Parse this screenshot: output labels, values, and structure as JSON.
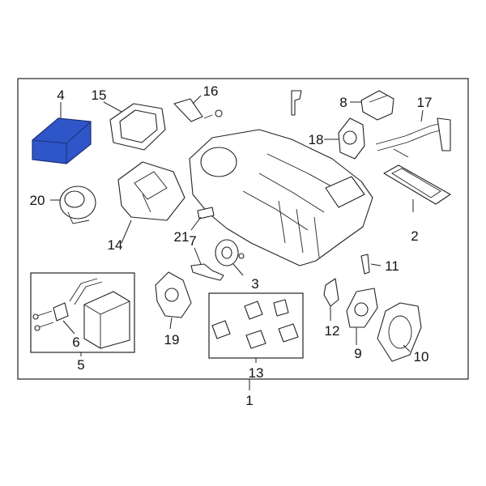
{
  "diagram": {
    "highlight_color": "#2f56c8",
    "callouts": {
      "c1": "1",
      "c2": "2",
      "c3": "3",
      "c4": "4",
      "c5": "5",
      "c6": "6",
      "c7": "7",
      "c8": "8",
      "c9": "9",
      "c10": "10",
      "c11": "11",
      "c12": "12",
      "c13": "13",
      "c14": "14",
      "c15": "15",
      "c16": "16",
      "c17": "17",
      "c18": "18",
      "c19": "19",
      "c20": "20",
      "c21": "21"
    }
  }
}
